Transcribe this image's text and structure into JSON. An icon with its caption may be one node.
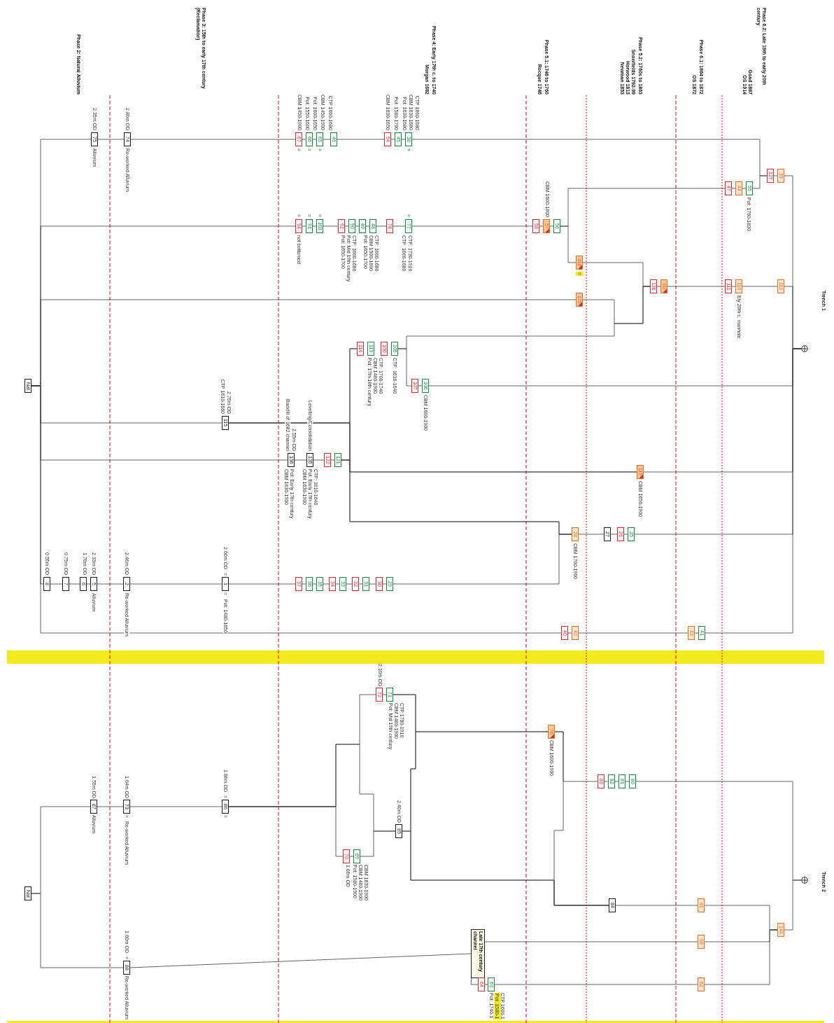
{
  "diagram": {
    "nodes": [
      {
        "text": [
          "Nat"
        ]
      },
      {
        "text": [
          "75"
        ],
        "beside": [
          "2.35m OD",
          "Alluvium"
        ]
      },
      {
        "text": [
          "74"
        ],
        "beside": [
          "2.80m OD",
          "Re-worked Alluvium"
        ]
      },
      {
        "text": [
          "67"
        ],
        "beside": [
          "CBM 1450-1900",
          "="
        ]
      },
      {
        "text": [
          "66"
        ],
        "beside": [
          "Pot: 1550-1600",
          "="
        ]
      },
      {
        "text": [
          "65"
        ],
        "beside": [
          "Pot: 1600-1650",
          "CBM 1450-1900",
          "="
        ]
      },
      {
        "text": [
          "46"
        ],
        "beside": [
          "CTP 1660-1680"
        ]
      },
      {
        "text": [
          "54"
        ],
        "beside": [
          "CBM 1630-1650"
        ]
      },
      {
        "text": [
          "45"
        ],
        "beside": [
          "Pot: 1580-1700"
        ]
      },
      {
        "text": [
          "38"
        ],
        "beside": [
          "Pot: 1630-1680",
          "CBM 1630-1680",
          "CTP 1660-1680",
          "="
        ]
      },
      {
        "text": [
          "94"
        ],
        "beside": [
          "=",
          "not bottomed"
        ]
      },
      {
        "text": [
          "91"
        ],
        "beside": [
          "="
        ]
      },
      {
        "text": [
          "103"
        ],
        "beside": [
          "="
        ]
      },
      {
        "text": [
          "92"
        ]
      },
      {
        "text": [
          "90"
        ],
        "beside": [
          "CTP: 1660-1680",
          "Pot: Mid 19th century",
          "Pot: 1650-1700"
        ]
      },
      {
        "text": [
          "89"
        ]
      },
      {
        "text": [
          "48"
        ],
        "beside": [
          "CTP: 1660-1680",
          "CBM 1500-1800",
          "Pot: 1650-1700"
        ]
      },
      {
        "text": [
          "78"
        ]
      },
      {
        "text": [
          "77"
        ],
        "beside": [
          "=",
          "CTP: 1730-1910",
          "CTP: 1660-1680"
        ]
      },
      {
        "text": [
          "58"
        ]
      },
      {
        "text": [
          "57"
        ],
        "beside": [
          "CBM 1600-1800"
        ]
      },
      {
        "text": [
          "56"
        ]
      },
      {
        "text": [
          "47"
        ]
      },
      {
        "text": [
          "44"
        ]
      },
      {
        "text": [
          "55"
        ],
        "beside": [
          "Pot: 1760-1830"
        ]
      },
      {
        "text": [
          "127"
        ]
      },
      {
        "text": [
          "39"
        ]
      },
      {
        "text": [
          "118"
        ],
        "beside": [
          "="
        ]
      },
      {
        "text": [
          "125"
        ]
      },
      {
        "text": [
          "126"
        ]
      },
      {
        "text": [
          "60"
        ]
      },
      {
        "text": [
          "111"
        ]
      },
      {
        "text": [
          "110"
        ],
        "beside": [
          "Ely 20th c. manhole"
        ]
      },
      {
        "text": [
          "112"
        ]
      },
      {
        "text": [
          "114"
        ]
      },
      {
        "text": [
          "113"
        ],
        "beside": [
          "CTP: 1700-1740",
          "CBM 1480-1900",
          "Pot: 17th-18th century"
        ]
      },
      {
        "text": [
          "100"
        ]
      },
      {
        "text": [
          "105"
        ],
        "beside": [
          "CTP: 1610-1640"
        ]
      },
      {
        "text": [
          "107"
        ]
      },
      {
        "text": [
          "106"
        ],
        "beside": [
          "CBM 1600-1900"
        ]
      },
      {
        "text": [
          "115"
        ],
        "beside": [
          "2.76m OD",
          "CTP 1610-1660"
        ]
      },
      {
        "text": [
          "136"
        ],
        "beside": [
          "Backfill of 1682 channel",
          "2.55m OD",
          "Pot: Early 17th century",
          "CBM 1630-1900"
        ]
      },
      {
        "text": [
          "135"
        ],
        "beside": [
          "Levelling/Consolidation",
          "CTP: 1610-1640",
          "Pot: Early 17th century",
          "CBM 1630-1900"
        ]
      },
      {
        "text": [
          "122"
        ]
      },
      {
        "text": [
          "121"
        ]
      },
      {
        "text": [
          "119"
        ],
        "beside": [
          "CBM 1650-1900"
        ]
      },
      {
        "text": [
          "28"
        ],
        "beside": [
          "CBM 1700-1900"
        ]
      },
      {
        "text": [
          "27"
        ]
      },
      {
        "text": [
          "26"
        ]
      },
      {
        "text": [
          "25"
        ]
      },
      {
        "text": [
          "8"
        ],
        "beside": [
          "0.55m OD"
        ]
      },
      {
        "text": [
          "7"
        ],
        "beside": [
          "0.75m OD"
        ]
      },
      {
        "text": [
          "6"
        ],
        "beside": [
          "1.70m OD"
        ]
      },
      {
        "text": [
          "5"
        ],
        "beside": [
          "2.33m OD",
          "Alluvium"
        ]
      },
      {
        "text": [
          "2"
        ],
        "beside": [
          "2.46m OD",
          "Re-worked Alluvium"
        ]
      },
      {
        "text": [
          "1"
        ],
        "beside": [
          "2.60m OD",
          "=",
          "=",
          "Pot: 1480-1650"
        ]
      },
      {
        "text": [
          "37"
        ]
      },
      {
        "text": [
          "36"
        ]
      },
      {
        "text": [
          "35"
        ]
      },
      {
        "text": [
          "34"
        ]
      },
      {
        "text": [
          "33"
        ]
      },
      {
        "text": [
          "32"
        ]
      },
      {
        "text": [
          "31"
        ]
      },
      {
        "text": [
          "30"
        ]
      },
      {
        "text": [
          "29"
        ]
      },
      {
        "text": [
          "40"
        ]
      },
      {
        "text": [
          "42"
        ]
      },
      {
        "text": [
          "43"
        ]
      },
      {
        "text": [
          "41"
        ]
      },
      {
        "text": [],
        "shape": "circle"
      },
      {
        "text": [
          "Nat"
        ]
      },
      {
        "text": [
          "87"
        ],
        "beside": [
          "1.55m OD",
          "Alluvium"
        ]
      },
      {
        "text": [
          "73"
        ],
        "beside": [
          "1.64m OD",
          "=",
          "Re-worked Alluvium"
        ]
      },
      {
        "text": [
          "86"
        ],
        "beside": [
          "1.86m OD",
          "=",
          "="
        ]
      },
      {
        "text": [
          "72"
        ],
        "beside": [
          "2.10m OD"
        ]
      },
      {
        "text": [
          "71"
        ],
        "beside": [
          "CTP 1730-1910",
          "CBM 1480-1900",
          "Pot: Mid 19th century"
        ]
      },
      {
        "text": [
          "70"
        ],
        "beside": [
          "1.66m OD"
        ]
      },
      {
        "text": [
          "69"
        ],
        "beside": [
          "CBM 1630-1900",
          "CBM 1480-1900",
          "Pot: 1580-1900"
        ]
      },
      {
        "text": [
          "85"
        ],
        "beside": [
          "2.40m OD"
        ]
      },
      {
        "text": [
          "76"
        ],
        "beside": [
          "CBM 1600-1900"
        ]
      },
      {
        "text": [
          "83"
        ]
      },
      {
        "text": [
          "82"
        ]
      },
      {
        "text": [
          "81"
        ]
      },
      {
        "text": [
          "80"
        ]
      },
      {
        "text": [
          "84"
        ]
      },
      {
        "text": [
          "61"
        ]
      },
      {
        "text": [
          "144"
        ]
      },
      {
        "text": [
          "68"
        ]
      },
      {
        "text": [
          "88"
        ],
        "beside": [
          "1.60m OD",
          "=",
          "Re-worked Alluvium"
        ]
      },
      {
        "text": [
          "Late 17th century channel"
        ]
      },
      {
        "text": [
          "64"
        ]
      },
      {
        "text": [
          "63"
        ],
        "beside": [
          "CTP 1600-1",
          "Pot: 1580-1",
          "Pot: 1740-1"
        ]
      },
      {
        "text": [
          "62"
        ]
      },
      {
        "text": [],
        "shape": "circle"
      }
    ],
    "edges": [
      {
        "from": 0,
        "to": 1,
        "arrow": "none"
      },
      {
        "from": 1,
        "to": 2,
        "arrow": "none"
      },
      {
        "from": 2,
        "to": 3,
        "arrow": "none"
      },
      {
        "from": 3,
        "to": 4,
        "arrow": "none"
      },
      {
        "from": 4,
        "to": 5,
        "arrow": "none"
      },
      {
        "from": 5,
        "to": 6,
        "arrow": "none"
      },
      {
        "from": 6,
        "to": 7,
        "arrow": "none"
      },
      {
        "from": 7,
        "to": 8,
        "arrow": "none"
      },
      {
        "from": 8,
        "to": 9,
        "arrow": "none"
      },
      {
        "from": 9,
        "to": 25,
        "arrow": "none"
      },
      {
        "from": 0,
        "to": 10,
        "arrow": "none"
      },
      {
        "from": 10,
        "to": 11,
        "arrow": "none"
      },
      {
        "from": 11,
        "to": 12,
        "arrow": "none"
      },
      {
        "from": 12,
        "to": 13,
        "arrow": "none"
      },
      {
        "from": 13,
        "to": 14,
        "arrow": "none"
      },
      {
        "from": 14,
        "to": 15,
        "arrow": "none"
      },
      {
        "from": 15,
        "to": 16,
        "arrow": "none"
      },
      {
        "from": 16,
        "to": 17,
        "arrow": "none"
      },
      {
        "from": 17,
        "to": 18,
        "arrow": "none"
      },
      {
        "from": 18,
        "to": 19,
        "arrow": "none"
      },
      {
        "from": 19,
        "to": 20,
        "arrow": "none"
      },
      {
        "from": 20,
        "to": 21,
        "arrow": "none"
      },
      {
        "from": 21,
        "to": 22,
        "arrow": "none"
      },
      {
        "from": 22,
        "to": 23,
        "arrow": "none"
      },
      {
        "from": 23,
        "to": 24,
        "arrow": "none"
      },
      {
        "from": 24,
        "to": 25,
        "arrow": "none"
      },
      {
        "from": 25,
        "to": 26,
        "arrow": "none"
      },
      {
        "from": 26,
        "to": 69,
        "arrow": "none"
      },
      {
        "from": 21,
        "to": 27,
        "arrow": "none"
      },
      {
        "from": 27,
        "to": 29,
        "arrow": "none"
      },
      {
        "from": 0,
        "to": 28,
        "arrow": "none"
      },
      {
        "from": 28,
        "to": 29,
        "arrow": "none"
      },
      {
        "from": 37,
        "to": 29,
        "arrow": "none"
      },
      {
        "from": 37,
        "to": 38,
        "arrow": "none"
      },
      {
        "from": 29,
        "to": 30,
        "arrow": "none"
      },
      {
        "from": 30,
        "to": 31,
        "arrow": "none"
      },
      {
        "from": 31,
        "to": 32,
        "arrow": "none"
      },
      {
        "from": 32,
        "to": 33,
        "arrow": "none"
      },
      {
        "from": 33,
        "to": 69,
        "arrow": "none"
      },
      {
        "from": 38,
        "to": 39,
        "arrow": "none"
      },
      {
        "from": 39,
        "to": 69,
        "arrow": "none"
      },
      {
        "from": 0,
        "to": 40,
        "arrow": "none"
      },
      {
        "from": 40,
        "to": 34,
        "arrow": "none"
      },
      {
        "from": 0,
        "to": 41,
        "arrow": "none"
      },
      {
        "from": 41,
        "to": 42,
        "arrow": "none"
      },
      {
        "from": 42,
        "to": 43,
        "arrow": "none"
      },
      {
        "from": 43,
        "to": 44,
        "arrow": "none"
      },
      {
        "from": 44,
        "to": 34,
        "arrow": "none"
      },
      {
        "from": 40,
        "to": 45,
        "arrow": "none"
      },
      {
        "from": 44,
        "to": 45,
        "arrow": "none"
      },
      {
        "from": 40,
        "to": 46,
        "arrow": "none"
      },
      {
        "from": 44,
        "to": 46,
        "arrow": "none"
      },
      {
        "from": 45,
        "to": 69,
        "arrow": "none"
      },
      {
        "from": 46,
        "to": 47,
        "arrow": "none"
      },
      {
        "from": 47,
        "to": 48,
        "arrow": "none"
      },
      {
        "from": 48,
        "to": 49,
        "arrow": "none"
      },
      {
        "from": 49,
        "to": 69,
        "arrow": "none"
      },
      {
        "from": 0,
        "to": 50,
        "arrow": "none"
      },
      {
        "from": 50,
        "to": 51,
        "arrow": "none"
      },
      {
        "from": 51,
        "to": 52,
        "arrow": "none"
      },
      {
        "from": 52,
        "to": 53,
        "arrow": "none"
      },
      {
        "from": 53,
        "to": 54,
        "arrow": "none"
      },
      {
        "from": 54,
        "to": 55,
        "arrow": "none"
      },
      {
        "from": 55,
        "to": 56,
        "arrow": "none"
      },
      {
        "from": 56,
        "to": 57,
        "arrow": "none"
      },
      {
        "from": 57,
        "to": 58,
        "arrow": "none"
      },
      {
        "from": 58,
        "to": 59,
        "arrow": "none"
      },
      {
        "from": 59,
        "to": 60,
        "arrow": "none"
      },
      {
        "from": 60,
        "to": 61,
        "arrow": "none"
      },
      {
        "from": 61,
        "to": 62,
        "arrow": "none"
      },
      {
        "from": 62,
        "to": 63,
        "arrow": "none"
      },
      {
        "from": 63,
        "to": 64,
        "arrow": "none"
      },
      {
        "from": 64,
        "to": 46,
        "arrow": "none"
      },
      {
        "from": 0,
        "to": 65,
        "arrow": "none"
      },
      {
        "from": 65,
        "to": 66,
        "arrow": "none"
      },
      {
        "from": 66,
        "to": 67,
        "arrow": "none"
      },
      {
        "from": 67,
        "to": 68,
        "arrow": "none"
      },
      {
        "from": 68,
        "to": 69,
        "arrow": "none"
      },
      {
        "from": 70,
        "to": 71,
        "arrow": "none"
      },
      {
        "from": 71,
        "to": 72,
        "arrow": "none"
      },
      {
        "from": 72,
        "to": 73,
        "arrow": "none"
      },
      {
        "from": 73,
        "to": 74,
        "arrow": "none"
      },
      {
        "from": 73,
        "to": 76,
        "arrow": "none"
      },
      {
        "from": 73,
        "to": 78,
        "arrow": "none"
      },
      {
        "from": 76,
        "to": 77,
        "arrow": "none"
      },
      {
        "from": 77,
        "to": 78,
        "arrow": "none"
      },
      {
        "from": 74,
        "to": 75,
        "arrow": "none"
      },
      {
        "from": 75,
        "to": 79,
        "arrow": "none"
      },
      {
        "from": 78,
        "to": 79,
        "arrow": "none"
      },
      {
        "from": 75,
        "to": 84,
        "arrow": "none"
      },
      {
        "from": 78,
        "to": 84,
        "arrow": "none"
      },
      {
        "from": 79,
        "to": 80,
        "arrow": "none"
      },
      {
        "from": 79,
        "to": 84,
        "arrow": "none"
      },
      {
        "from": 80,
        "to": 81,
        "arrow": "none"
      },
      {
        "from": 81,
        "to": 82,
        "arrow": "none"
      },
      {
        "from": 82,
        "to": 83,
        "arrow": "none"
      },
      {
        "from": 83,
        "to": 93,
        "arrow": "none"
      },
      {
        "from": 84,
        "to": 85,
        "arrow": "none"
      },
      {
        "from": 85,
        "to": 86,
        "arrow": "none"
      },
      {
        "from": 86,
        "to": 93,
        "arrow": "none"
      },
      {
        "from": 70,
        "to": 88,
        "arrow": "none"
      },
      {
        "from": 88,
        "to": 89,
        "arrow": "none"
      },
      {
        "from": 89,
        "to": 87,
        "arrow": "none"
      },
      {
        "from": 87,
        "to": 86,
        "arrow": "none"
      },
      {
        "from": 89,
        "to": 90,
        "arrow": "none"
      },
      {
        "from": 90,
        "to": 91,
        "arrow": "none"
      },
      {
        "from": 91,
        "to": 92,
        "arrow": "none"
      },
      {
        "from": 92,
        "to": 86,
        "arrow": "none"
      }
    ],
    "labels": [
      "Phase 2: Natural Alluvium",
      "Phase 3: 15th to early 17th century (Reclamation)",
      "Phase 4: Early 17th c. to 1740",
      "Morgan 1682",
      "Phase 5.1: 1746 to 1760",
      "Rocque 1746",
      "Phase 5.2: 1760s to 1863",
      "Snowfields 1792-99",
      "Horwood 1813",
      "Newman 1853",
      "Phase 6.1: 1864 to 1872",
      "OS 1872",
      "Phase 6.2: Late 19th to early 20th century",
      "Goad 1887",
      "OS 1914",
      "Trench 1",
      "Trench 2"
    ]
  }
}
